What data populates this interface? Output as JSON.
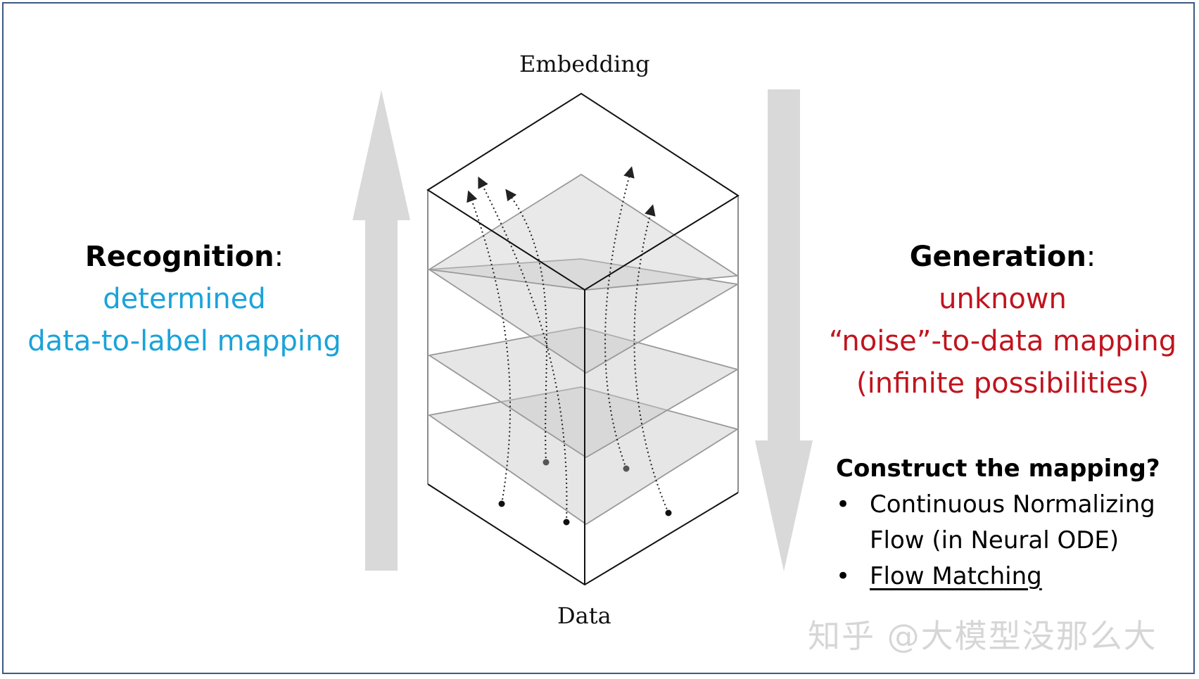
{
  "diagram": {
    "top_label": "Embedding",
    "bottom_label": "Data"
  },
  "left_block": {
    "title": "Recognition",
    "colon": ":",
    "line1": "determined",
    "line2": "data-to-label mapping",
    "accent_color": "#1aa3d9"
  },
  "right_block": {
    "title": "Generation",
    "colon": ":",
    "line1": "unknown",
    "line2": "“noise”-to-data mapping",
    "line3": "(infinite possibilities)",
    "accent_color": "#c0141e"
  },
  "construct": {
    "heading": "Construct the mapping?",
    "bullet_symbol": "•",
    "item1_line1": "Continuous Normalizing",
    "item1_line2": "Flow (in Neural ODE)",
    "item2": "Flow Matching"
  },
  "watermark": "知乎 @大模型没那么大",
  "icons": {
    "left_arrow": "up-arrow-icon",
    "right_arrow": "down-arrow-icon"
  }
}
